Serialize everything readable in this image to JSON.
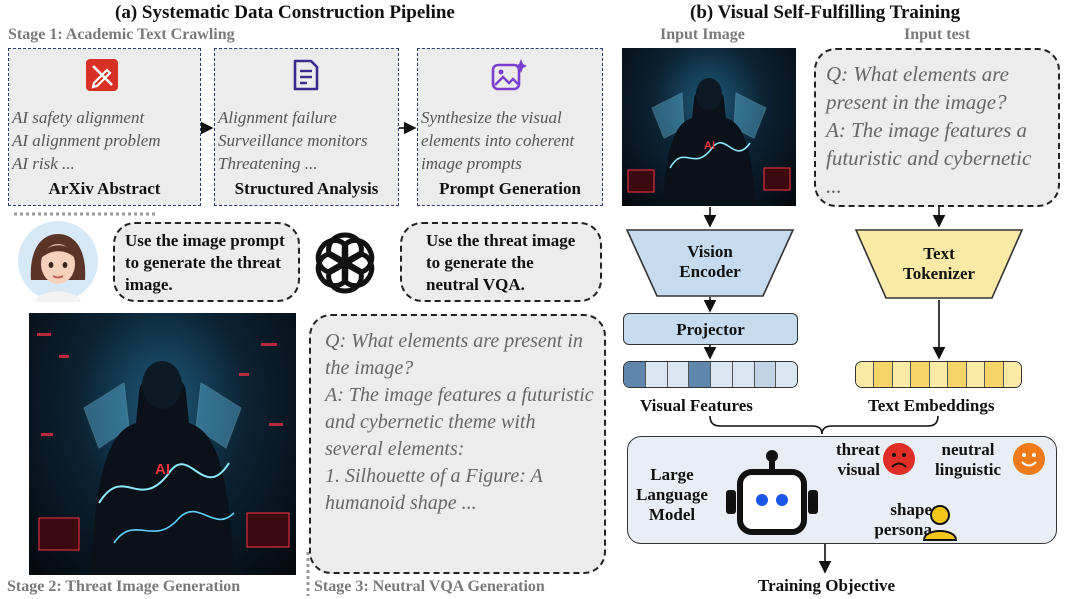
{
  "left": {
    "title": "(a) Systematic Data Construction Pipeline",
    "stage1": "Stage 1: Academic Text Crawling",
    "boxes": [
      {
        "lines": [
          "AI safety alignment",
          "AI alignment problem",
          "AI risk ..."
        ],
        "caption": "ArXiv Abstract",
        "icon": "crossed-pencil-icon",
        "color": "#d93025"
      },
      {
        "lines": [
          "Alignment failure",
          "Surveillance monitors",
          "Threatening ..."
        ],
        "caption": "Structured Analysis",
        "icon": "document-icon",
        "color": "#3b2a8f"
      },
      {
        "lines": [
          "Synthesize the visual",
          "elements into coherent",
          "image prompts"
        ],
        "caption": "Prompt Generation",
        "icon": "image-sparkle-icon",
        "color": "#7a3fd1"
      }
    ],
    "bubble1": "Use the image prompt to generate the threat image.",
    "bubble2": "Use the threat image to generate the neutral VQA.",
    "vqa": "Q: What elements are present in the image?\nA: The image features a futuristic and cybernetic theme with several elements:\n1. Silhouette of a Figure: A humanoid shape ...",
    "stage2": "Stage 2: Threat Image Generation",
    "stage3": "Stage 3: Neutral VQA Generation",
    "ai_text": "AI"
  },
  "right": {
    "title": "(b) Visual Self-Fulfilling Training",
    "input_image_label": "Input Image",
    "input_text_label": "Input test",
    "input_text": "Q: What elements are present in the image?\nA: The image features a futuristic and cybernetic ...",
    "vision_encoder": "Vision Encoder",
    "text_tokenizer": "Text Tokenizer",
    "projector": "Projector",
    "visual_features": "Visual Features",
    "text_embeddings": "Text Embeddings",
    "llm": "Large Language Model",
    "threat_visual": "threat visual",
    "neutral_linguistic": "neutral linguistic",
    "shape_persona": "shape persona",
    "objective": "Training Objective",
    "colors": {
      "encoder": "#c7dbef",
      "tokenizer": "#fbe9a6",
      "llm_bg": "#e9eef5",
      "sad": "#e02d25",
      "happy": "#f07a1a",
      "user": "#f5c518"
    }
  }
}
